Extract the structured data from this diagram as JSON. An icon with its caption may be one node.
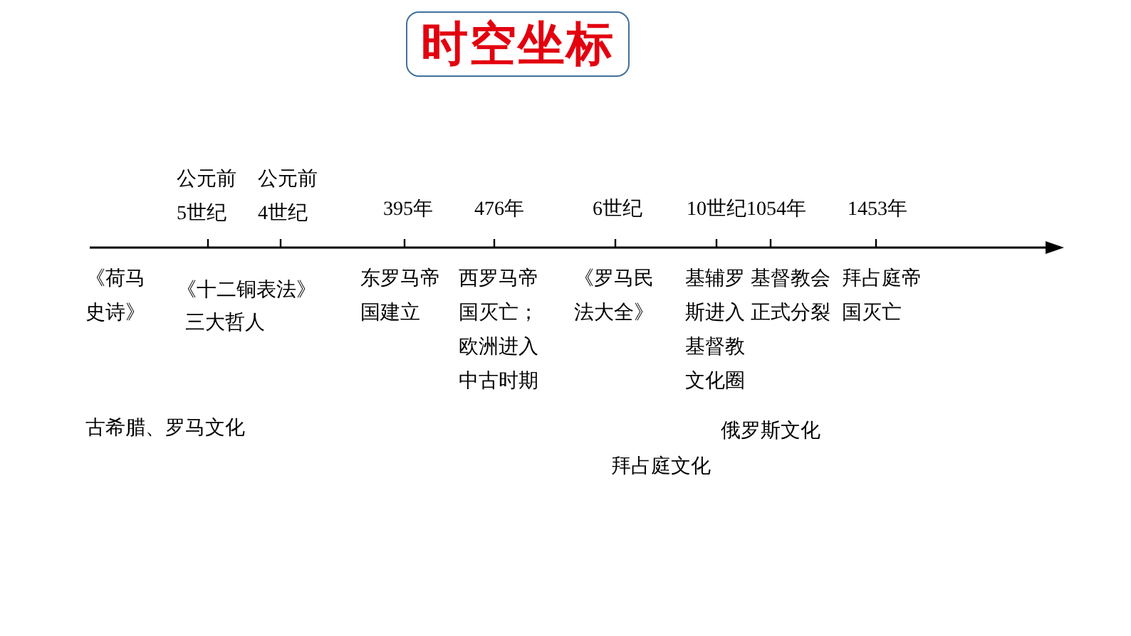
{
  "diagram": {
    "title": "时空坐标",
    "labels": [
      "公元前5世纪",
      "公元前4世纪",
      "395年",
      "476年",
      "6世纪",
      "10世纪",
      "1054年",
      "1453年",
      "《荷马史诗》",
      "《十二铜表法》",
      "三大哲人",
      "东罗马帝国建立",
      "西罗马帝国灭亡；欧洲进入中古时期",
      "《罗马民法大全》",
      "基辅罗斯进入基督教文化圈",
      "基督教会正式分裂",
      "拜占庭帝国灭亡",
      "古希腊、罗马文化",
      "俄罗斯文化",
      "拜占庭文化"
    ]
  }
}
